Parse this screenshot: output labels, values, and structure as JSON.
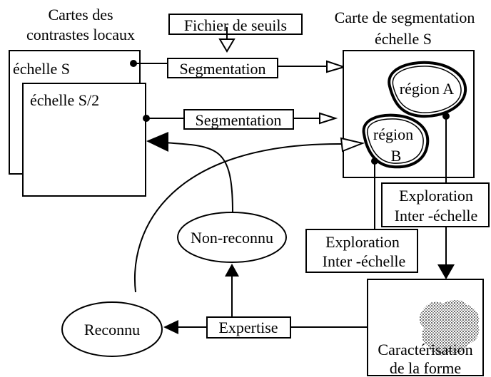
{
  "title_left": [
    "Cartes des",
    "contrastes locaux"
  ],
  "title_right": [
    "Carte de segmentation",
    "échelle S"
  ],
  "thresholds_file": "Fichier de seuils",
  "scale_s": "échelle S",
  "scale_s2": "échelle S/2",
  "segmentation_1": "Segmentation",
  "segmentation_2": "Segmentation",
  "region_a": "région A",
  "region_b": [
    "région",
    "B"
  ],
  "exploration_right": [
    "Exploration",
    "Inter -échelle"
  ],
  "exploration_left": [
    "Exploration",
    "Inter -échelle"
  ],
  "non_recognized": "Non-reconnu",
  "recognized": "Reconnu",
  "expertise": "Expertise",
  "shape_characterisation": [
    "Caractérisation",
    "de la forme"
  ]
}
